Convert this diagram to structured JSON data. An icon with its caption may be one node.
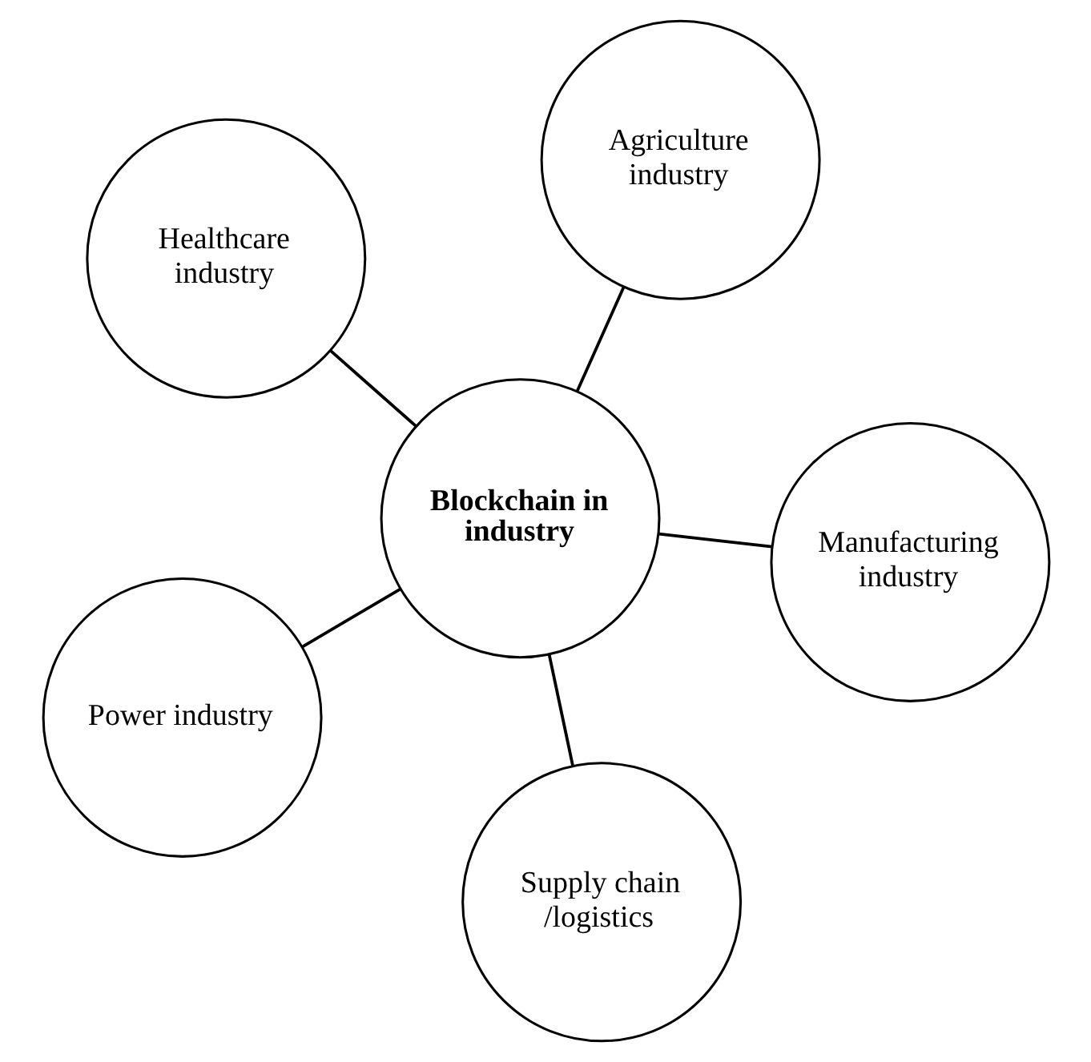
{
  "diagram": {
    "nodes": [
      {
        "text": [
          "Healthcare industry"
        ]
      },
      {
        "text": [
          "Manufacturing industry"
        ]
      },
      {
        "text": [
          "Supply chain /logistics"
        ]
      },
      {
        "text": [
          "Blockchain in industry"
        ]
      },
      {
        "text": [
          "Agriculture industry"
        ]
      },
      {
        "text": [
          "Power industry"
        ]
      }
    ],
    "edges": [
      {
        "from": 3,
        "to": 0,
        "arrow": "none"
      },
      {
        "from": 3,
        "to": 1,
        "arrow": "none"
      },
      {
        "from": 3,
        "to": 2,
        "arrow": "none"
      },
      {
        "from": 3,
        "to": 4,
        "arrow": "none"
      },
      {
        "from": 3,
        "to": 5,
        "arrow": "none"
      }
    ]
  }
}
